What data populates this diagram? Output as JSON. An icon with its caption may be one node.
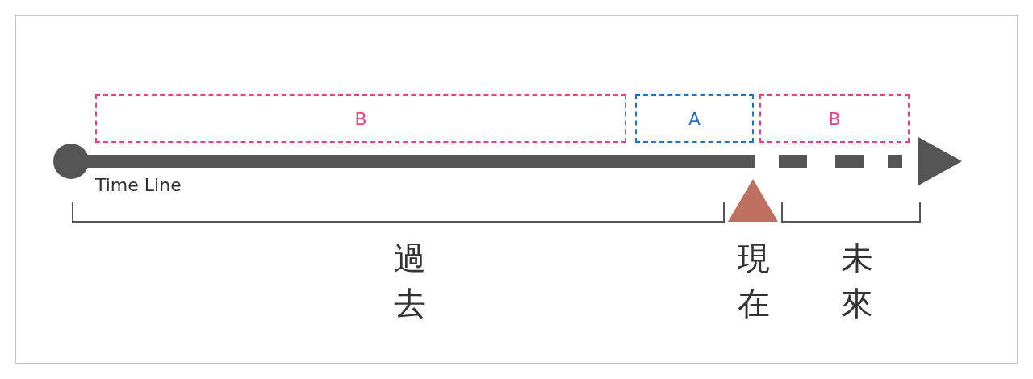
{
  "diagram": {
    "nodes": [
      {
        "text": [
          "B"
        ]
      },
      {
        "text": [
          "A"
        ]
      },
      {
        "text": [
          "B"
        ]
      }
    ],
    "labels": [
      "Time Line",
      "過去",
      "現在",
      "未來"
    ]
  }
}
